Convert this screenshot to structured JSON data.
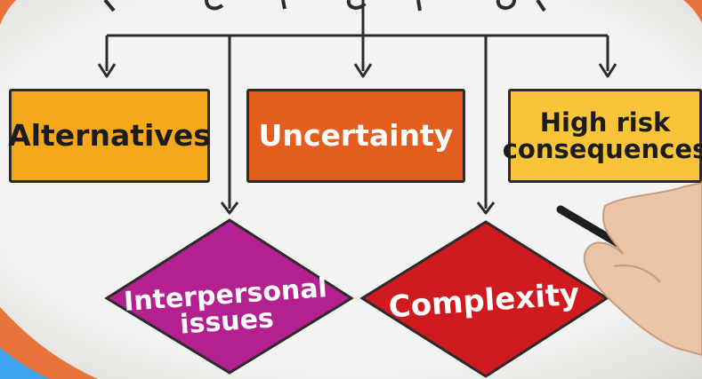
{
  "diagram": {
    "top_boxes": [
      {
        "label": "Alternatives",
        "color": "#f6a81c"
      },
      {
        "label": "Uncertainty",
        "color": "#e35d1e"
      },
      {
        "label": "High risk consequences",
        "line1": "High risk",
        "line2": "consequences",
        "color": "#f7c43a"
      }
    ],
    "diamonds": [
      {
        "line1": "Interpersonal",
        "line2": "issues",
        "color": "#b4208f"
      },
      {
        "label": "Complexity",
        "color": "#cf1a1f"
      }
    ]
  },
  "colors": {
    "line": "#2b2b2b",
    "accent_orange": "#e8743b",
    "accent_blue": "#3fa3ee"
  }
}
